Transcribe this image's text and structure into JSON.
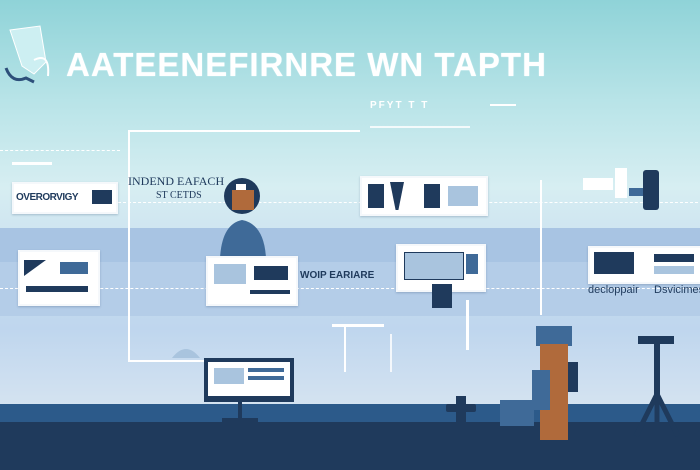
{
  "header": {
    "title": "AATEENEFIRNRE WN TAPTH",
    "subtitle": "PFYT T T"
  },
  "left_top_card": {
    "label": "OVERORVIGY"
  },
  "left_note": {
    "line1": "INDEND EAFACH",
    "line2": "ST CETDS"
  },
  "center_row": {
    "label": "WOIP EARIARE"
  },
  "right_row": {
    "label1": "decloppair",
    "label2": "Dsvicimes"
  },
  "colors": {
    "navy": "#1f3a5c",
    "accent_blue": "#3f6a98",
    "light_blue": "#a9c4de",
    "orange": "#b06a3b",
    "bg_teal": "#8fd3d8"
  },
  "icons": [
    "monitor-icon",
    "person-icon",
    "robot-icon",
    "tripod-icon",
    "desk-lamp-icon",
    "printer-icon"
  ]
}
